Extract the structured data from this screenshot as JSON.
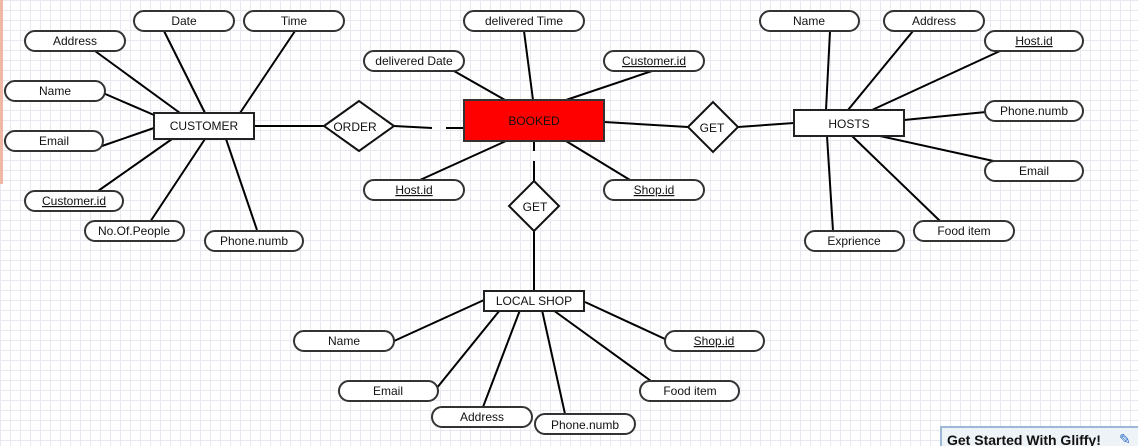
{
  "entities": {
    "customer": "CUSTOMER",
    "booked": "BOOKED",
    "hosts": "HOSTS",
    "local_shop": "LOCAL SHOP"
  },
  "relationships": {
    "order": "ORDER",
    "get_hosts": "GET",
    "get_shop": "GET"
  },
  "customer_attributes": {
    "date": "Date",
    "time": "Time",
    "address": "Address",
    "name": "Name",
    "email": "Email",
    "customer_id": "Customer.id",
    "no_of_people": "No.Of.People",
    "phone": "Phone.numb"
  },
  "booked_attributes": {
    "delivered_time": "delivered Time",
    "delivered_date": "delivered Date",
    "customer_id": "Customer.id",
    "host_id": "Host.id",
    "shop_id": "Shop.id"
  },
  "hosts_attributes": {
    "name": "Name",
    "address": "Address",
    "host_id": "Host.id",
    "phone": "Phone.numb",
    "email": "Email",
    "food_item": "Food item",
    "experience": "Exprience"
  },
  "shop_attributes": {
    "name": "Name",
    "email": "Email",
    "address": "Address",
    "phone": "Phone.numb",
    "food_item": "Food item",
    "shop_id": "Shop.id"
  },
  "banner": {
    "text": "Get Started With Gliffy!",
    "icon": "pencil-icon"
  },
  "colors": {
    "booked_fill": "#ff0000",
    "grid": "#e6eaf0",
    "banner_border": "#9db8d6"
  }
}
